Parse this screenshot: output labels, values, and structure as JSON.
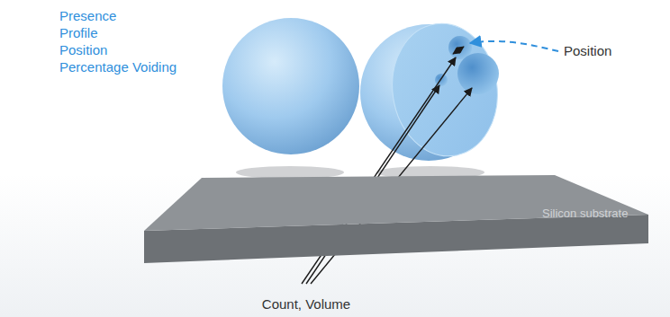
{
  "diagram": {
    "nodes": [
      {
        "text": [
          "Silicon substrate"
        ]
      }
    ],
    "labels": [
      "Presence",
      "Profile",
      "Position",
      "Percentage Voiding",
      "Position",
      "Count, Volume"
    ]
  }
}
